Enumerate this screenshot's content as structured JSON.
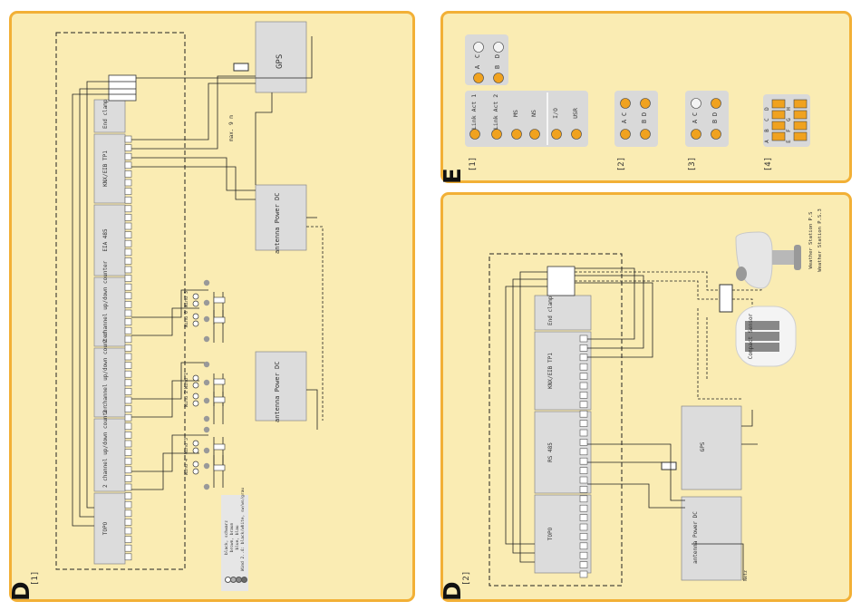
{
  "sections": {
    "d1": {
      "letter": "D",
      "ref": "[1]"
    },
    "d2": {
      "letter": "D",
      "ref": "[2]"
    },
    "e": {
      "letter": "E",
      "refs": [
        "[1]",
        "[2]",
        "[3]",
        "[4]"
      ]
    }
  },
  "d1": {
    "modules": [
      "TOPO",
      "2 channel up/down counter",
      "2 channel up/down counter",
      "2 channel up/down counter",
      "EIA 485",
      "KNX/EIB TP1",
      "End clamp"
    ],
    "power_dc": "antenna Power DC",
    "gps": "GPS",
    "cable_label": "max. 9 m",
    "legend": [
      {
        "color": "#ffffff",
        "text": "black, schwarz"
      },
      {
        "color": "#b0b0b0",
        "text": "brown, braun"
      },
      {
        "color": "#8a8a8a",
        "text": "blue, blau"
      },
      {
        "color": "#6a6a6a",
        "text": "Wind 2..4: black/white, sw/ws/grau"
      }
    ],
    "wind_labels": [
      "Wind 4",
      "Wind 3",
      "Wind 2",
      "Wind 1",
      "Wind 0",
      "Wind 5"
    ]
  },
  "d2": {
    "modules": [
      "TOPO",
      "RS 485",
      "KNX/EIB TP1",
      "End clamp"
    ],
    "gps": "GPS",
    "power_dc": "antenna Power DC",
    "compact_sensor": "Compact Sensor",
    "weather_station": "Weather Station P.S",
    "weather_station_2": "Weather Station P.S.3",
    "supply": "Netz"
  },
  "e": {
    "box1_top": [
      "A",
      "B",
      "C",
      "D"
    ],
    "box1_bottom": [
      "Link Act 1",
      "Link Act 2",
      "MS",
      "NS",
      "I/O",
      "USR"
    ],
    "box2": [
      "A",
      "B",
      "C",
      "D"
    ],
    "box3": [
      "A",
      "B",
      "C",
      "D"
    ],
    "box4": [
      "A",
      "B",
      "C",
      "D",
      "E",
      "F",
      "G",
      "H"
    ]
  },
  "colors": {
    "panel": "#faecb3",
    "border": "#f2b036",
    "module": "#dcdcdc",
    "led": "#f0a21f"
  }
}
